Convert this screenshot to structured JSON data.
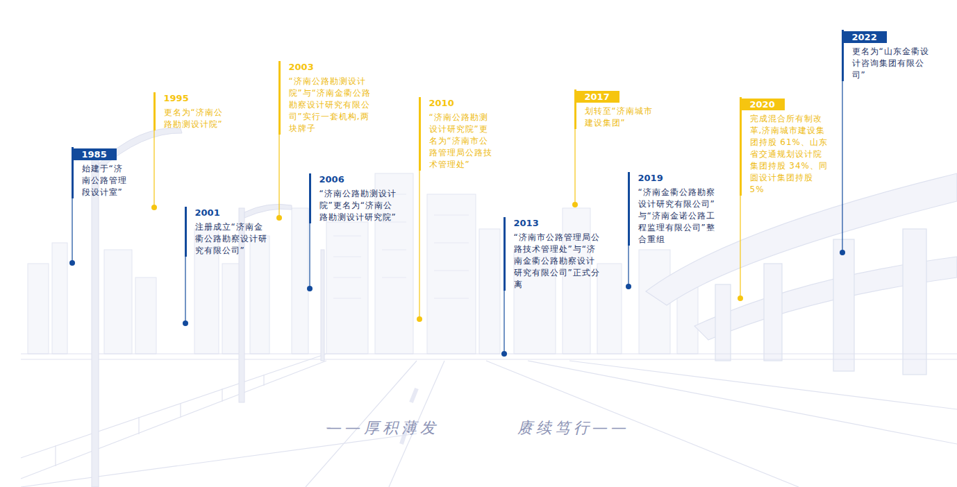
{
  "diagram": {
    "nodes": [
      {
        "text": [
          "1985",
          "始建于“济南公路管理段设计室”"
        ]
      },
      {
        "text": [
          "1995",
          "更名为“济南公路勘测设计院”"
        ]
      },
      {
        "text": [
          "2001",
          "注册成立“济南金衢公路勘察设计研究有限公司”"
        ]
      },
      {
        "text": [
          "2003",
          "“济南公路勘测设计院”与“济南金衢公路勘察设计研究有限公司”实行一套机构,两块牌子"
        ]
      },
      {
        "text": [
          "2006",
          "“济南公路勘测设计院”更名为“济南公路勘测设计研究院”"
        ]
      },
      {
        "text": [
          "2010",
          "“济南公路勘测设计研究院”更名为“济南市公路管理局公路技术管理处”"
        ]
      },
      {
        "text": [
          "2013",
          "“济南市公路管理局公路技术管理处”与“济南金衢公路勘察设计研究有限公司”正式分离"
        ]
      },
      {
        "text": [
          "2017",
          "划转至“济南城市建设集团”"
        ]
      },
      {
        "text": [
          "2019",
          "“济南金衢公路勘察设计研究有限公司”与“济南金诺公路工程监理有限公司”整合重组"
        ]
      },
      {
        "text": [
          "2020",
          "完成混合所有制改革,济南城市建设集团持股 61%、山东省交通规划设计院集团持股 34%、同圆设计集团持股 5%"
        ]
      },
      {
        "text": [
          "2022",
          "更名为“山东金衢设计咨询集团有限公司”"
        ]
      }
    ],
    "labels": [
      "——厚积薄发",
      "赓续笃行——"
    ]
  }
}
